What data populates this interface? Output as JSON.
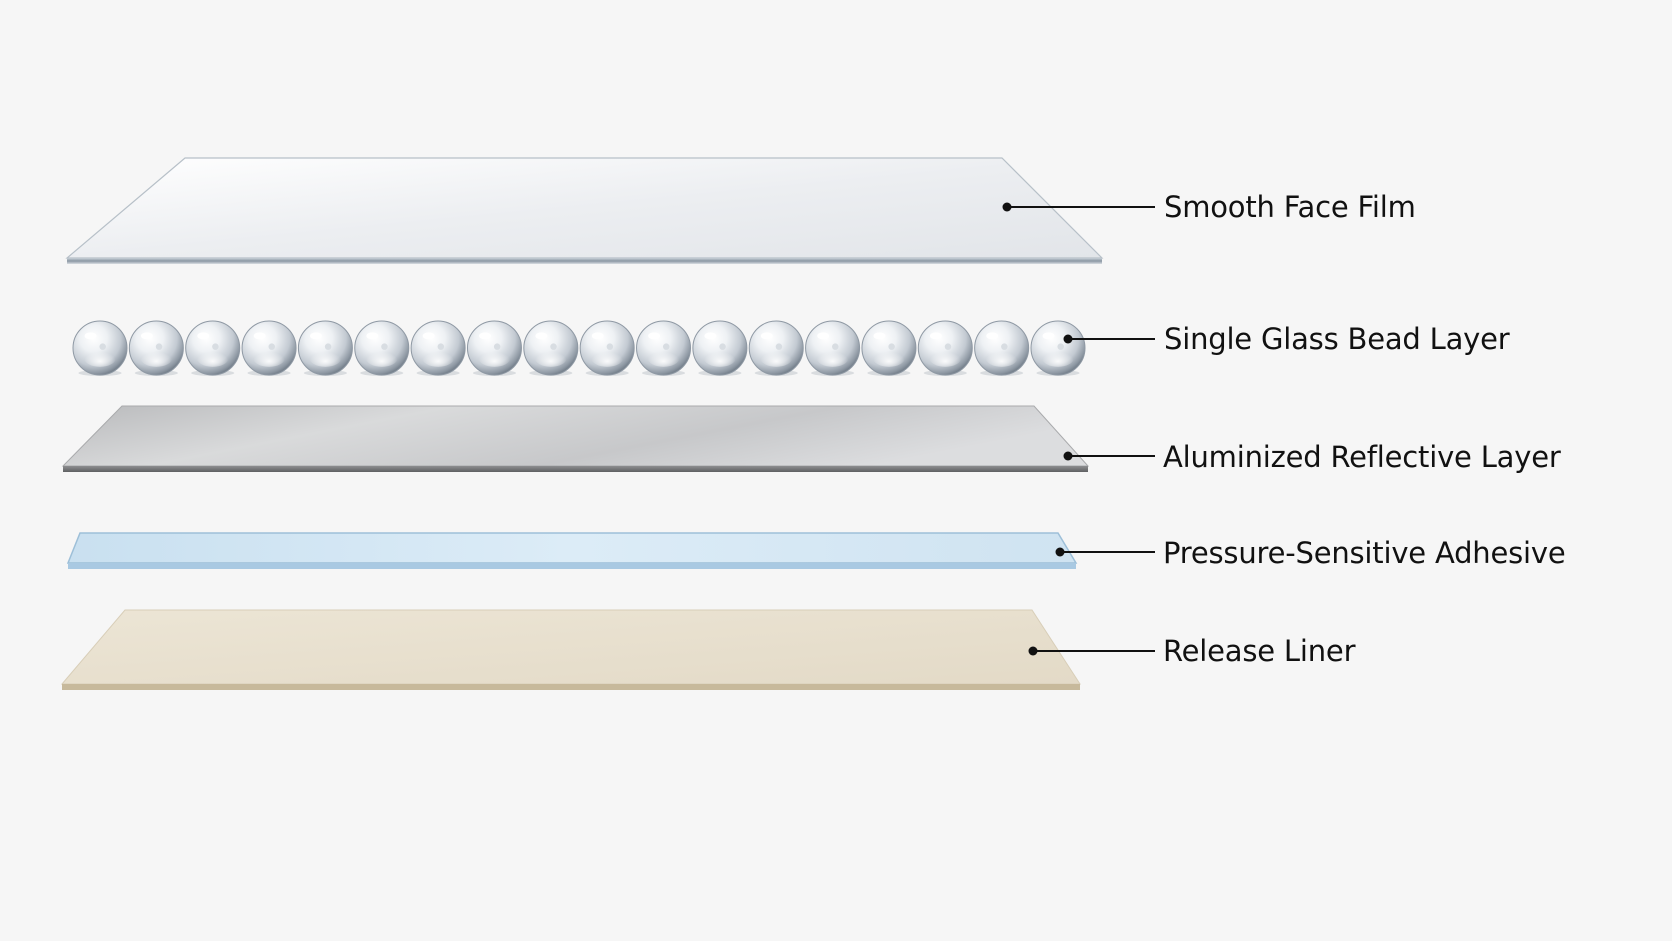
{
  "layers": [
    {
      "id": "smooth-face-film",
      "label": "Smooth Face Film"
    },
    {
      "id": "glass-bead-layer",
      "label": "Single Glass Bead Layer",
      "bead_count": 18
    },
    {
      "id": "aluminized-reflective-layer",
      "label": "Aluminized Reflective Layer"
    },
    {
      "id": "pressure-sensitive-adhesive",
      "label": "Pressure-Sensitive Adhesive"
    },
    {
      "id": "release-liner",
      "label": "Release Liner"
    }
  ],
  "colors": {
    "background": "#f6f6f6",
    "film": "#eef0f2",
    "reflective": "#c9cacc",
    "adhesive": "#d3e6f3",
    "liner": "#e8e0cf",
    "leader": "#111111"
  }
}
